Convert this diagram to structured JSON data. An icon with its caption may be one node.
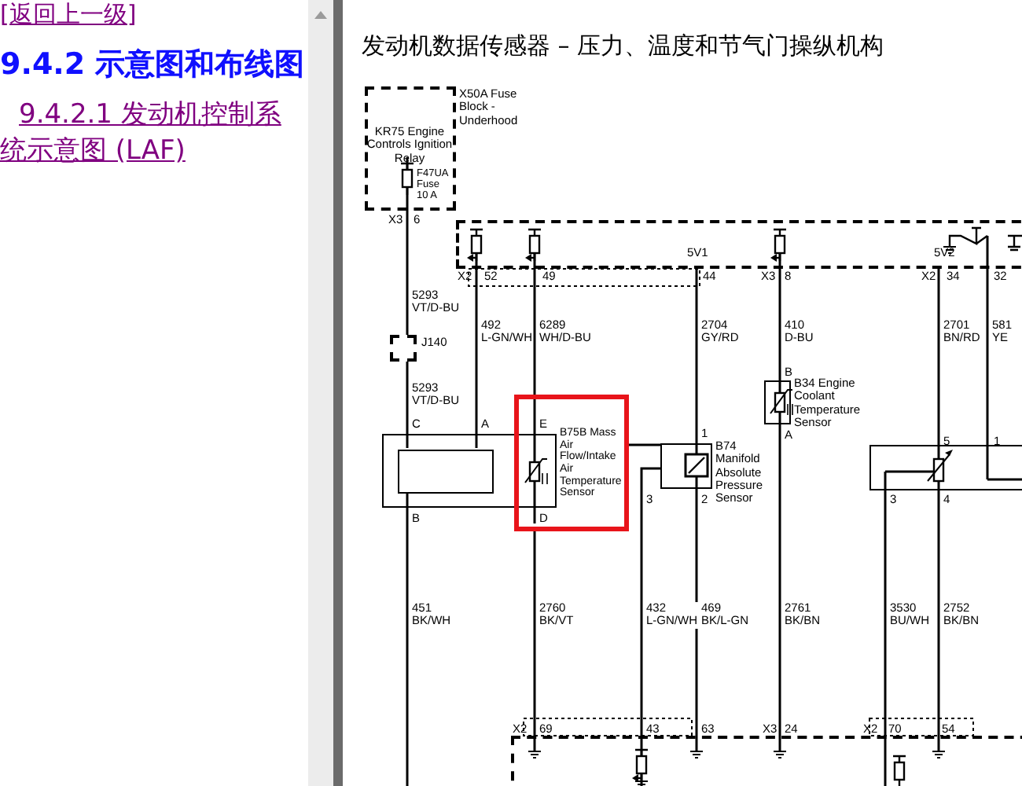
{
  "diagram": {
    "title": "发动机数据传感器 – 压力、温度和节气门操纵机构",
    "nodes": [
      {
        "text": [
          "KR75 Engine Controls Ignition Relay",
          "F47UA Fuse 10 A"
        ],
        "beside": [
          "X50A Fuse Block - Underhood"
        ]
      },
      {
        "text": [],
        "shape": "box"
      },
      {
        "text": [],
        "shape": "box",
        "beside": [
          "J140"
        ]
      },
      {
        "text": [],
        "shape": "box"
      },
      {
        "text": [],
        "shape": "box",
        "in": 3
      },
      {
        "text": [
          "B75B Mass Air Flow/Intake Air Temperature Sensor"
        ]
      },
      {
        "text": [
          "B74 Manifold Absolute Pressure Sensor"
        ]
      },
      {
        "text": [
          "B34 Engine Coolant Temperature Sensor"
        ]
      },
      {
        "text": [],
        "shape": "box"
      },
      {
        "text": [],
        "shape": "box"
      }
    ],
    "edges": [
      {
        "from": 0,
        "to": 2,
        "arrow": "none",
        "label": "5293 VT/D-BU"
      },
      {
        "from": 2,
        "to": 3,
        "arrow": "none",
        "label": "5293 VT/D-BU"
      },
      {
        "from": 1,
        "to": 3,
        "arrow": "none",
        "label": "492 L-GN/WH"
      },
      {
        "from": 1,
        "to": 5,
        "arrow": "none",
        "label": "6289 WH/D-BU"
      },
      {
        "from": 1,
        "to": 6,
        "arrow": "none",
        "label": "2704 GY/RD"
      },
      {
        "from": 1,
        "to": 7,
        "arrow": "none",
        "label": "410 D-BU"
      },
      {
        "from": 1,
        "to": 8,
        "arrow": "none",
        "label": "2701 BN/RD"
      },
      {
        "from": 1,
        "to": 8,
        "arrow": "none",
        "label": "581 YE"
      },
      {
        "from": 3,
        "to": null,
        "arrow": "none",
        "label": "451 BK/WH"
      },
      {
        "from": 5,
        "to": 9,
        "arrow": "none",
        "label": "2760 BK/VT"
      },
      {
        "from": 6,
        "to": 9,
        "arrow": "none",
        "label": "432 L-GN/WH"
      },
      {
        "from": 6,
        "to": 9,
        "arrow": "none",
        "label": "469 BK/L-GN"
      },
      {
        "from": 7,
        "to": 9,
        "arrow": "none",
        "label": "2761 BK/BN"
      },
      {
        "from": 8,
        "to": 9,
        "arrow": "none",
        "label": "3530 BU/WH"
      },
      {
        "from": 8,
        "to": 9,
        "arrow": "none",
        "label": "2752 BK/BN"
      },
      {
        "from": 5,
        "to": 6,
        "arrow": "none"
      }
    ],
    "labels": [
      "[返回上一级]",
      "9.4.2 示意图和布线图",
      "9.4.2.1 发动机控制系统示意图 (LAF)",
      "X3",
      "6",
      "X2",
      "52",
      "49",
      "5V1",
      "44",
      "X3",
      "8",
      "5V2",
      "X2",
      "34",
      "32",
      "C",
      "A",
      "E",
      "B",
      "1",
      "5",
      "1",
      "A",
      "B",
      "D",
      "3",
      "2",
      "3",
      "4",
      "X2",
      "69",
      "43",
      "63",
      "X3",
      "24",
      "X2",
      "70",
      "54"
    ]
  }
}
